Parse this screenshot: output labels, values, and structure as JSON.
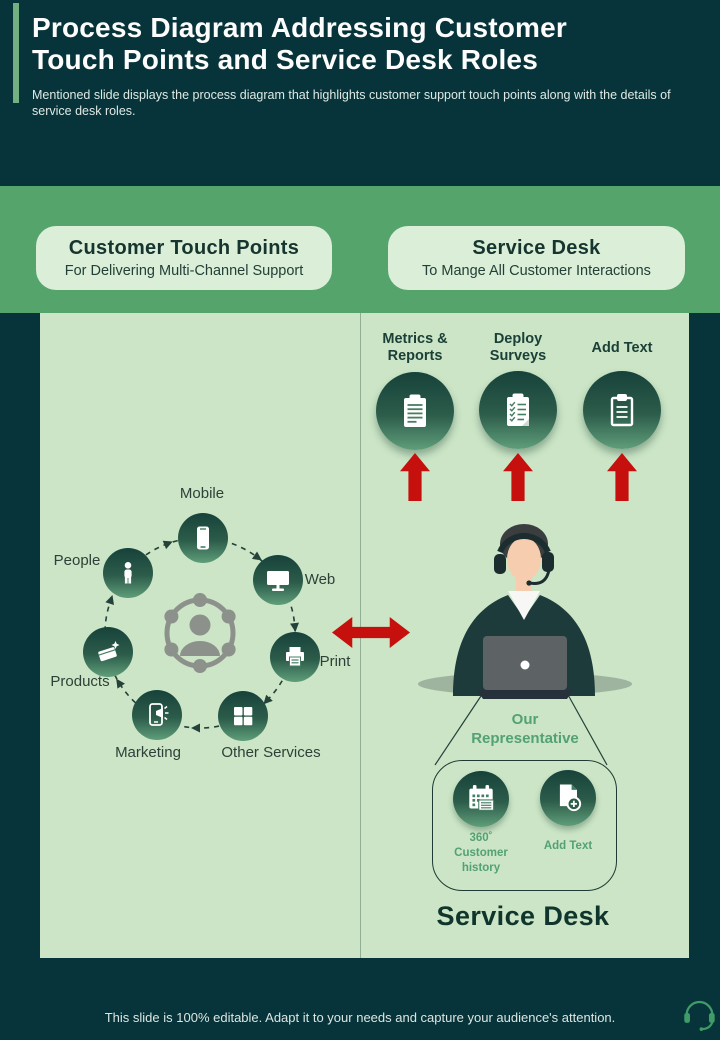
{
  "slide": {
    "header": {
      "title": "Process Diagram Addressing Customer Touch Points and Service Desk Roles",
      "subtitle": "Mentioned slide displays the process diagram that highlights customer support touch points along with the details of service desk roles."
    },
    "banners": {
      "customer_touch_points": {
        "title": "Customer Touch Points",
        "subtitle": "For Delivering Multi-Channel Support"
      },
      "service_desk": {
        "title": "Service Desk",
        "subtitle": "To Mange All Customer Interactions"
      }
    },
    "touch_points_diagram": {
      "center_icon": "customer-network-icon",
      "items": [
        {
          "label": "Mobile",
          "icon": "smartphone-icon"
        },
        {
          "label": "Web",
          "icon": "monitor-icon"
        },
        {
          "label": "Print",
          "icon": "printer-icon"
        },
        {
          "label": "Other Services",
          "icon": "grid-icon"
        },
        {
          "label": "Marketing",
          "icon": "phone-megaphone-icon"
        },
        {
          "label": "Products",
          "icon": "product-box-icon"
        },
        {
          "label": "People",
          "icon": "person-icon"
        }
      ]
    },
    "service_desk_diagram": {
      "top_items": [
        {
          "label": "Metrics & Reports",
          "icon": "clipboard-report-icon"
        },
        {
          "label": "Deploy Surveys",
          "icon": "clipboard-checklist-icon"
        },
        {
          "label": "Add Text",
          "icon": "clipboard-blank-icon"
        }
      ],
      "representative_label": "Our Representative",
      "detail_items": [
        {
          "label": "360˚ Customer history",
          "icon": "calendar-history-icon"
        },
        {
          "label": "Add Text",
          "icon": "document-add-icon"
        }
      ],
      "caption": "Service Desk"
    },
    "footer": {
      "note": "This slide is 100% editable. Adapt it to your needs and capture your audience's attention.",
      "icon": "headset-icon"
    },
    "colors": {
      "dark_teal": "#06343a",
      "band_green": "#55a46c",
      "panel_green": "#cbe5c6",
      "card_green": "#daeed8",
      "accent_red": "#c6100e",
      "label_green": "#53a174",
      "circle_gradient_top": "#17423a",
      "circle_gradient_bottom": "#5f9e7a"
    }
  }
}
